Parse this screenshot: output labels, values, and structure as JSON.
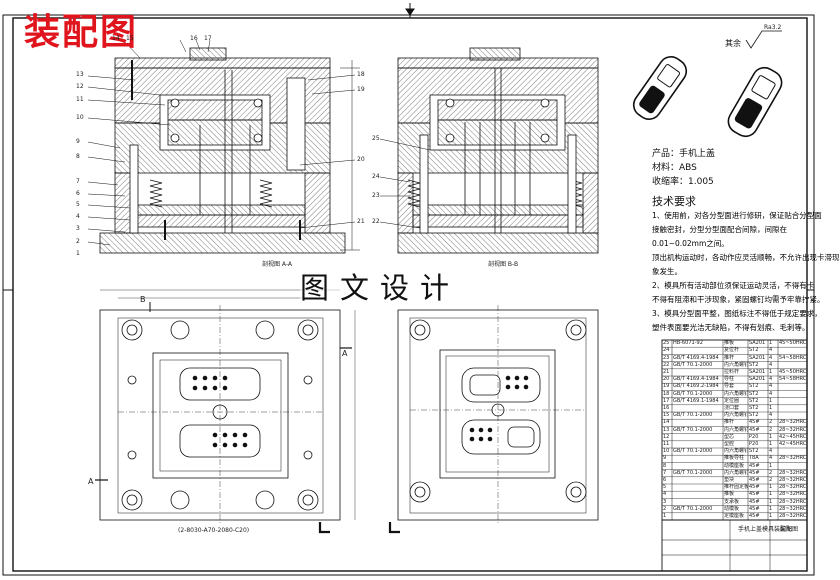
{
  "stamp": {
    "title": "装配图"
  },
  "watermark": {
    "text": "图文设计"
  },
  "views": {
    "section_aa": "剖视图 A-A",
    "section_bb": "剖视图 B-B",
    "bottom_dim": "(2-8030-A70-2080-C20)"
  },
  "part_numbers_left": [
    "14",
    "15",
    "16",
    "17",
    "13",
    "12",
    "11",
    "10",
    "9",
    "8",
    "7",
    "6",
    "5",
    "4",
    "3",
    "2",
    "1",
    "18",
    "19",
    "20",
    "21"
  ],
  "part_numbers_right": [
    "25",
    "24",
    "23",
    "22"
  ],
  "section_markers": {
    "a": "A",
    "b": "B"
  },
  "roughness": {
    "label": "其余",
    "value": "Ra3.2"
  },
  "product_info": {
    "product": "产品：手机上盖",
    "material": "材料：ABS",
    "shrinkage": "收缩率：1.005"
  },
  "requirements": {
    "title": "技术要求",
    "lines": [
      "1、使用前，对各分型面进行修研，保证贴合分型面",
      "接触密封，分型分型面配合间隙，间隙在",
      "0.01~0.02mm之间。",
      "顶出机构运动时，各动作应灵活顺畅，不允许出现卡滞现",
      "象发生。",
      "2、模具所有活动部位须保证运动灵活，不得有卡",
      "不得有阻滞和干涉现象，紧固螺钉均需予牢靠拧紧。",
      "3、模具分型面平整，图纸标注不得低于规定要求，",
      "塑件表面要光洁无缺陷，不得有划痕、毛刺等。"
    ]
  },
  "title_block": {
    "drawing_name": "手机上盖模具装配图",
    "sheet_label": "装配图"
  },
  "bom_rows": [
    [
      "25",
      "HB-6071-92",
      "推板",
      "SA201",
      "1",
      "45~50HRC"
    ],
    [
      "24",
      "",
      "复位杆",
      "ST2",
      "4",
      ""
    ],
    [
      "23",
      "GB/T 4169.4-1984",
      "推杆",
      "SA201",
      "4",
      "54~58HRC"
    ],
    [
      "22",
      "GB/T 70.1-2000",
      "内六角螺钉",
      "ST2",
      "4",
      ""
    ],
    [
      "21",
      "",
      "拉料杆",
      "SA201",
      "1",
      "45~50HRC"
    ],
    [
      "20",
      "GB/T 4169.4-1984",
      "导柱",
      "SA201",
      "4",
      "54~58HRC"
    ],
    [
      "19",
      "GB/T 4169.2-1984",
      "导套",
      "ST2",
      "4",
      ""
    ],
    [
      "18",
      "GB/T 70.1-2000",
      "内六角螺钉",
      "ST2",
      "4",
      ""
    ],
    [
      "17",
      "GB/T 4169.1-1984",
      "定位圈",
      "ST2",
      "1",
      ""
    ],
    [
      "16",
      "",
      "浇口套",
      "ST2",
      "1",
      ""
    ],
    [
      "15",
      "GB/T 70.1-2000",
      "内六角螺钉",
      "ST2",
      "4",
      ""
    ],
    [
      "14",
      "",
      "推杆",
      "45#",
      "2",
      "28~32HRC"
    ],
    [
      "13",
      "GB/T 70.1-2000",
      "内六角螺钉",
      "45#",
      "2",
      "28~32HRC"
    ],
    [
      "12",
      "",
      "型芯",
      "P20",
      "1",
      "42~45HRC"
    ],
    [
      "11",
      "",
      "型腔",
      "P20",
      "1",
      "42~45HRC"
    ],
    [
      "10",
      "GB/T 70.1-2000",
      "内六角螺钉",
      "ST2",
      "4",
      ""
    ],
    [
      "9",
      "",
      "推板导柱",
      "T8A",
      "4",
      "28~32HRC"
    ],
    [
      "8",
      "",
      "动模座板",
      "45#",
      "1",
      ""
    ],
    [
      "7",
      "GB/T 70.1-2000",
      "内六角螺钉",
      "45#",
      "2",
      "28~32HRC"
    ],
    [
      "6",
      "",
      "垫块",
      "45#",
      "2",
      "28~32HRC"
    ],
    [
      "5",
      "",
      "推杆固定板",
      "45#",
      "1",
      "28~32HRC"
    ],
    [
      "4",
      "",
      "推板",
      "45#",
      "1",
      "28~32HRC"
    ],
    [
      "3",
      "",
      "支承板",
      "45#",
      "1",
      "28~32HRC"
    ],
    [
      "2",
      "GB/T 70.1-2000",
      "动模板",
      "45#",
      "1",
      "28~32HRC"
    ],
    [
      "1",
      "",
      "定模座板",
      "45#",
      "1",
      "28~32HRC"
    ]
  ],
  "colors": {
    "line": "#111111",
    "stamp": "#e0141c",
    "hatch": "#444444"
  }
}
